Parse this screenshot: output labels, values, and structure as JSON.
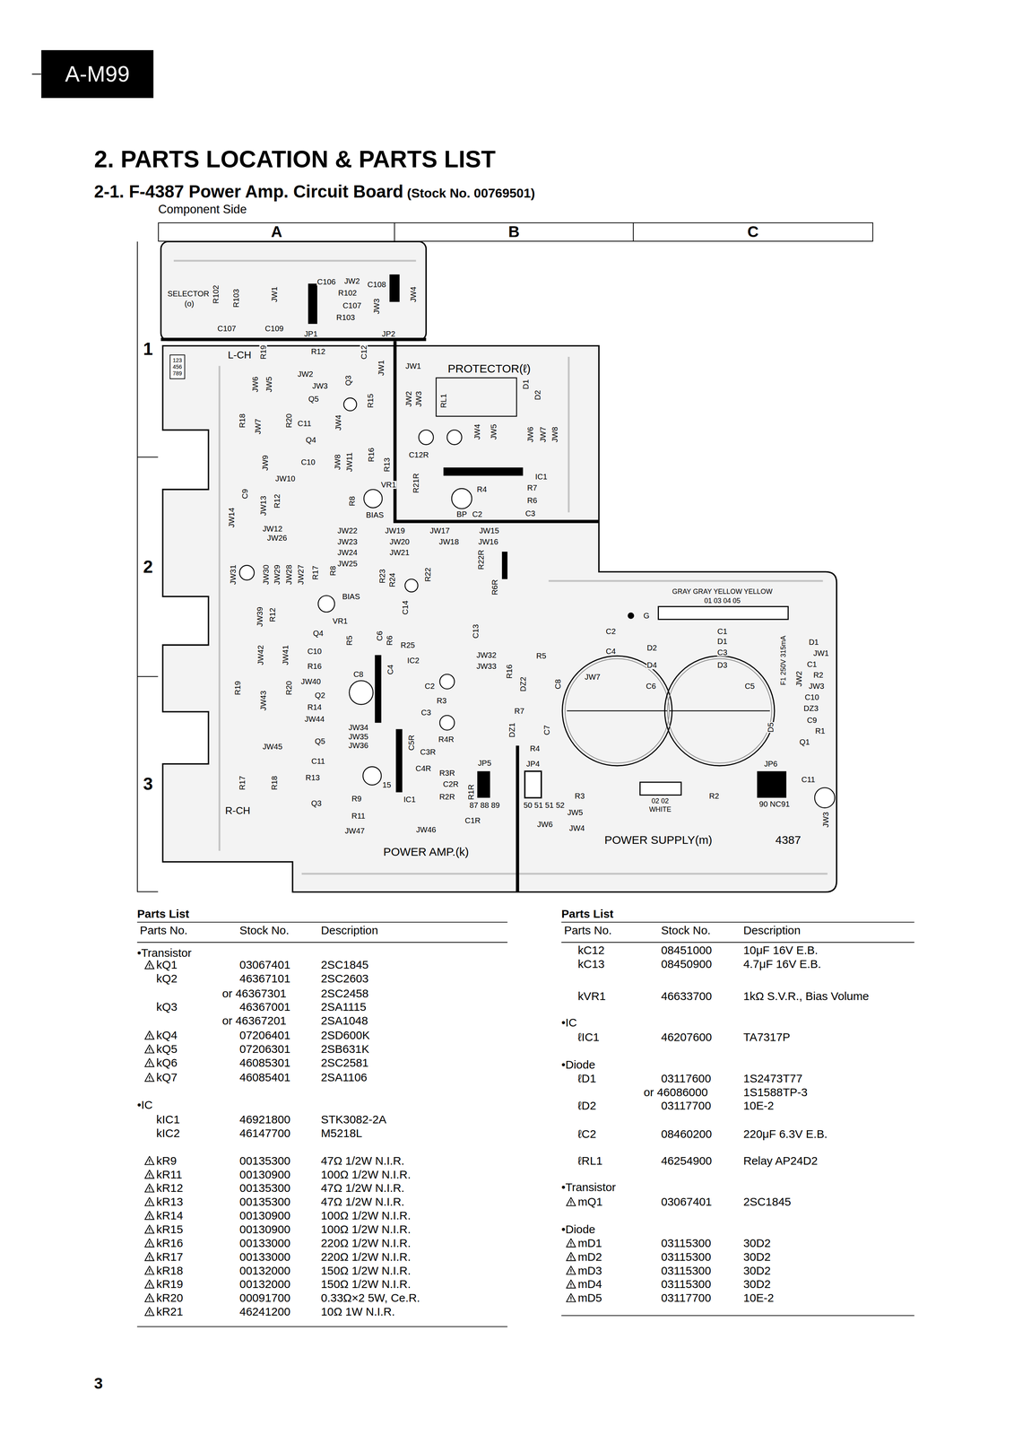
{
  "diagram": {
    "title": "2. PARTS LOCATION & PARTS LIST",
    "nodes": [
      {
        "text": [
          "A-M99"
        ]
      },
      {
        "text": [
          "A"
        ]
      },
      {
        "text": [
          "B"
        ]
      },
      {
        "text": [
          "C"
        ]
      },
      {
        "text": [
          "1"
        ]
      },
      {
        "text": [
          "2"
        ]
      },
      {
        "text": [
          "3"
        ]
      }
    ],
    "labels": [
      "2-1. F-4387 Power Amp. Circuit Board",
      "(Stock No. 00769501)",
      "Component Side",
      "3",
      "SELECTOR",
      "(o)",
      "C106",
      "JW2",
      "C108",
      "R102",
      "C107",
      "R103",
      "C107",
      "C109",
      "JP1",
      "JP2",
      "R102",
      "R103",
      "JW1",
      "JW3",
      "JW4",
      "L-CH",
      "R12",
      "C12",
      "JW1",
      "R19",
      "JW2",
      "JW3",
      "JW6",
      "JW5",
      "Q3",
      "Q5",
      "R15",
      "JW4",
      "C11",
      "R18",
      "JW7",
      "R20",
      "Q4",
      "JW8",
      "JW11",
      "R16",
      "C10",
      "R13",
      "JW9",
      "JW10",
      "R12",
      "JW13",
      "JW14",
      "C9",
      "R8",
      "VR1",
      "BIAS",
      "JW12",
      "JW26",
      "JW22",
      "JW19",
      "JW17",
      "JW15",
      "JW23",
      "JW20",
      "JW18",
      "JW16",
      "JW24",
      "JW21",
      "JW25",
      "PROTECTOR(ℓ)",
      "JW1",
      "JW2",
      "JW3",
      "RL1",
      "D1",
      "D2",
      "JW4",
      "JW5",
      "JW6",
      "JW7",
      "JW8",
      "C12R",
      "IC1",
      "R21R",
      "R4",
      "R7",
      "R6",
      "BP",
      "C2",
      "C3",
      "JW31",
      "JW30",
      "JW29",
      "JW28",
      "JW27",
      "R17",
      "R8",
      "BIAS",
      "VR1",
      "JW39",
      "R12",
      "Q4",
      "R5",
      "C10",
      "JW42",
      "JW41",
      "R16",
      "JW40",
      "R19",
      "JW43",
      "R20",
      "Q2",
      "R14",
      "JW44",
      "C8",
      "JW34",
      "JW35",
      "JW36",
      "Q5",
      "JW45",
      "C11",
      "R13",
      "Q3",
      "R17",
      "R18",
      "R-CH",
      "R9",
      "R11",
      "JW47",
      "JW46",
      "R23",
      "R24",
      "R22",
      "C14",
      "C6",
      "R6",
      "R25",
      "IC2",
      "C4",
      "C2",
      "R3",
      "C3",
      "C5R",
      "R4R",
      "C3R",
      "C4R",
      "R3R",
      "C2R",
      "R2R",
      "R1R",
      "C1R",
      "IC1",
      "15",
      "JW32",
      "JW33",
      "R16",
      "DZ2",
      "C8",
      "R5",
      "C13",
      "R22R",
      "R6R",
      "R7",
      "R4",
      "DZ1",
      "C7",
      "JP5",
      "87 88 89",
      "JP4",
      "50 51 51 52",
      "GRAY GRAY YELLOW YELLOW",
      "01 03 04 05",
      "G",
      "C2",
      "C1",
      "D1",
      "C4",
      "D2",
      "C3",
      "D4",
      "D3",
      "C6",
      "C5",
      "F1 250V 315mA",
      "JW7",
      "D5",
      "D1",
      "JW1",
      "C1",
      "R2",
      "JW3",
      "C10",
      "DZ3",
      "C9",
      "R1",
      "Q1",
      "JW2",
      "JP6",
      "C11",
      "90 NC91",
      "R3",
      "R2",
      "02 02",
      "WHITE",
      "JW5",
      "JW6",
      "JW4",
      "JW3",
      "POWER SUPPLY(m)",
      "4387",
      "POWER AMP.(k)",
      "123",
      "456",
      "789",
      "Parts List",
      "Parts No.",
      "Stock No.",
      "Description",
      "•Transistor",
      "kQ1",
      "03067401",
      "2SC1845",
      "kQ2",
      "46367101",
      "2SC2603",
      "or 46367301",
      "2SC2458",
      "kQ3",
      "46367001",
      "2SA1115",
      "or 46367201",
      "2SA1048",
      "kQ4",
      "07206401",
      "2SD600K",
      "kQ5",
      "07206301",
      "2SB631K",
      "kQ6",
      "46085301",
      "2SC2581",
      "kQ7",
      "46085401",
      "2SA1106",
      "•IC",
      "kIC1",
      "46921800",
      "STK3082-2A",
      "kIC2",
      "46147700",
      "M5218L",
      "kR9",
      "00135300",
      "47Ω 1/2W N.I.R.",
      "kR11",
      "00130900",
      "100Ω 1/2W N.I.R.",
      "kR12",
      "00135300",
      "47Ω 1/2W N.I.R.",
      "kR13",
      "00135300",
      "47Ω 1/2W N.I.R.",
      "kR14",
      "00130900",
      "100Ω 1/2W N.I.R.",
      "kR15",
      "00130900",
      "100Ω 1/2W N.I.R.",
      "kR16",
      "00133000",
      "220Ω 1/2W N.I.R.",
      "kR17",
      "00133000",
      "220Ω 1/2W N.I.R.",
      "kR18",
      "00132000",
      "150Ω 1/2W N.I.R.",
      "kR19",
      "00132000",
      "150Ω 1/2W N.I.R.",
      "kR20",
      "00091700",
      "0.33Ω×2 5W, Ce.R.",
      "kR21",
      "46241200",
      "10Ω 1W N.I.R.",
      "Parts List",
      "Parts No.",
      "Stock No.",
      "Description",
      "kC12",
      "08451000",
      "10μF 16V E.B.",
      "kC13",
      "08450900",
      "4.7μF 16V E.B.",
      "kVR1",
      "46633700",
      "1kΩ S.V.R., Bias Volume",
      "•IC",
      "ℓIC1",
      "46207600",
      "TA7317P",
      "•Diode",
      "ℓD1",
      "03117600",
      "1S2473T77",
      "or 46086000",
      "1S1588TP-3",
      "ℓD2",
      "03117700",
      "10E-2",
      "ℓC2",
      "08460200",
      "220μF 6.3V E.B.",
      "ℓRL1",
      "46254900",
      "Relay AP24D2",
      "•Transistor",
      "mQ1",
      "03067401",
      "2SC1845",
      "•Diode",
      "mD1",
      "03115300",
      "30D2",
      "mD2",
      "03115300",
      "30D2",
      "mD3",
      "03115300",
      "30D2",
      "mD4",
      "03115300",
      "30D2",
      "mD5",
      "03117700",
      "10E-2"
    ]
  }
}
